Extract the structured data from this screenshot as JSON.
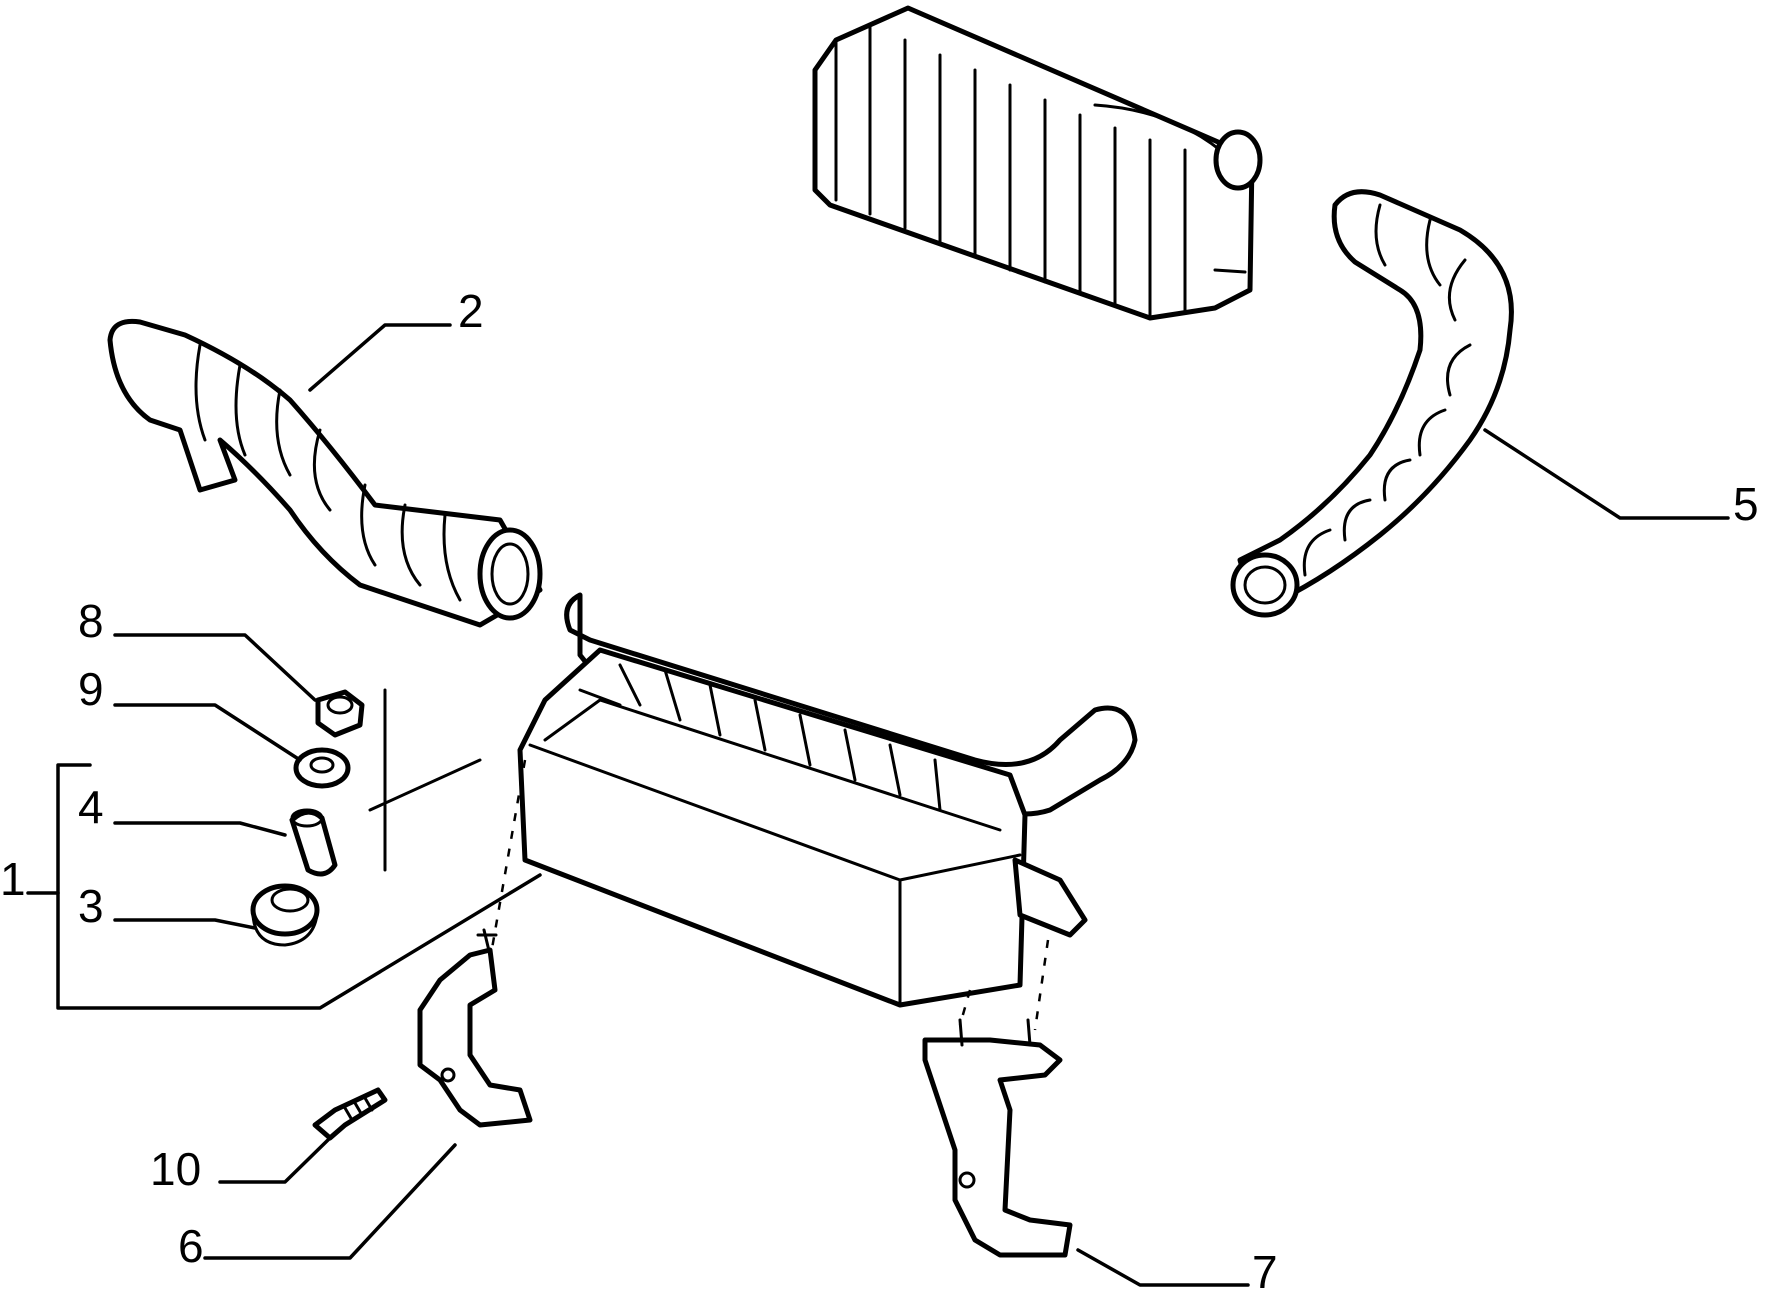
{
  "diagram": {
    "callouts": [
      {
        "id": "1",
        "text": "1"
      },
      {
        "id": "2",
        "text": "2"
      },
      {
        "id": "3",
        "text": "3"
      },
      {
        "id": "4",
        "text": "4"
      },
      {
        "id": "5",
        "text": "5"
      },
      {
        "id": "6",
        "text": "6"
      },
      {
        "id": "7",
        "text": "7"
      },
      {
        "id": "8",
        "text": "8"
      },
      {
        "id": "9",
        "text": "9"
      },
      {
        "id": "10",
        "text": "10"
      }
    ],
    "colors": {
      "ink": "#000000",
      "paper": "#ffffff"
    }
  }
}
